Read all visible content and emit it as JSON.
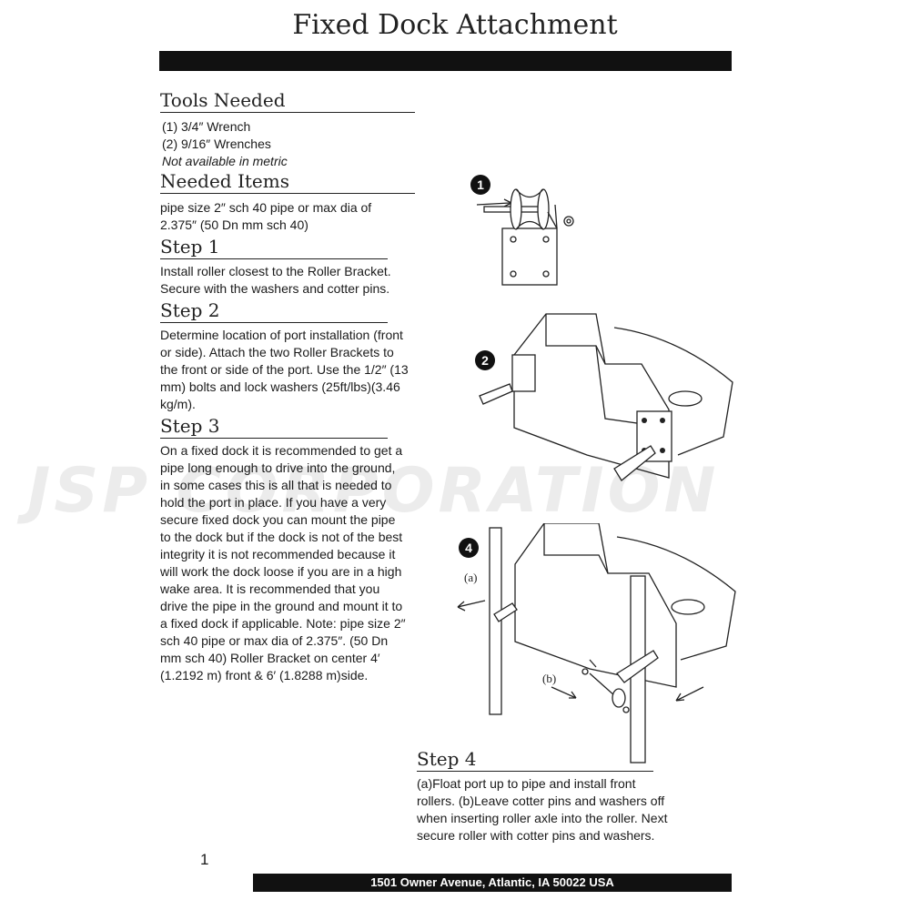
{
  "page": {
    "title": "Fixed Dock Attachment",
    "watermark": "JSP CORPORATION",
    "page_number": "1",
    "footer": "1501 Owner Avenue, Atlantic, IA  50022   USA"
  },
  "tools": {
    "heading": "Tools Needed",
    "items": [
      "(1) 3/4″ Wrench",
      "(2) 9/16″ Wrenches"
    ],
    "note": "Not available in metric"
  },
  "needed_items": {
    "heading": "Needed Items",
    "text": "pipe size 2″ sch 40 pipe or max dia of 2.375″ (50 Dn mm sch 40)"
  },
  "steps": [
    {
      "heading": "Step 1",
      "text": "Install roller closest to the Roller Bracket. Secure with the washers and cotter pins."
    },
    {
      "heading": "Step 2",
      "text": "Determine location of port installation (front or side). Attach the two Roller Brackets to the front or side of the port. Use the 1/2″ (13 mm) bolts and lock washers (25ft/lbs)(3.46 kg/m)."
    },
    {
      "heading": "Step 3",
      "text": "On a fixed dock it is recommended to get a pipe long enough to drive into the ground, in some cases this is all that is needed to hold the port in place. If you have a very secure fixed dock you can mount the pipe to the dock but if the dock is not of the best integrity it is not recommended because it will work the dock loose if you are in a high wake area. It is recommended that you drive the pipe in the ground and mount it to a fixed dock if applicable. Note: pipe size 2″ sch 40 pipe or max dia of 2.375″. (50 Dn mm sch 40) Roller Bracket on center 4′ (1.2192 m) front & 6′ (1.8288 m)side."
    },
    {
      "heading": "Step 4",
      "text": "(a)Float port up to pipe and install front rollers. (b)Leave cotter pins and washers off when inserting roller axle into the roller. Next secure roller with cotter pins and washers."
    }
  ],
  "figures": {
    "fig1_label": "1",
    "fig2_label": "2",
    "fig4_label": "4",
    "label_a": "(a)",
    "label_b": "(b)"
  }
}
